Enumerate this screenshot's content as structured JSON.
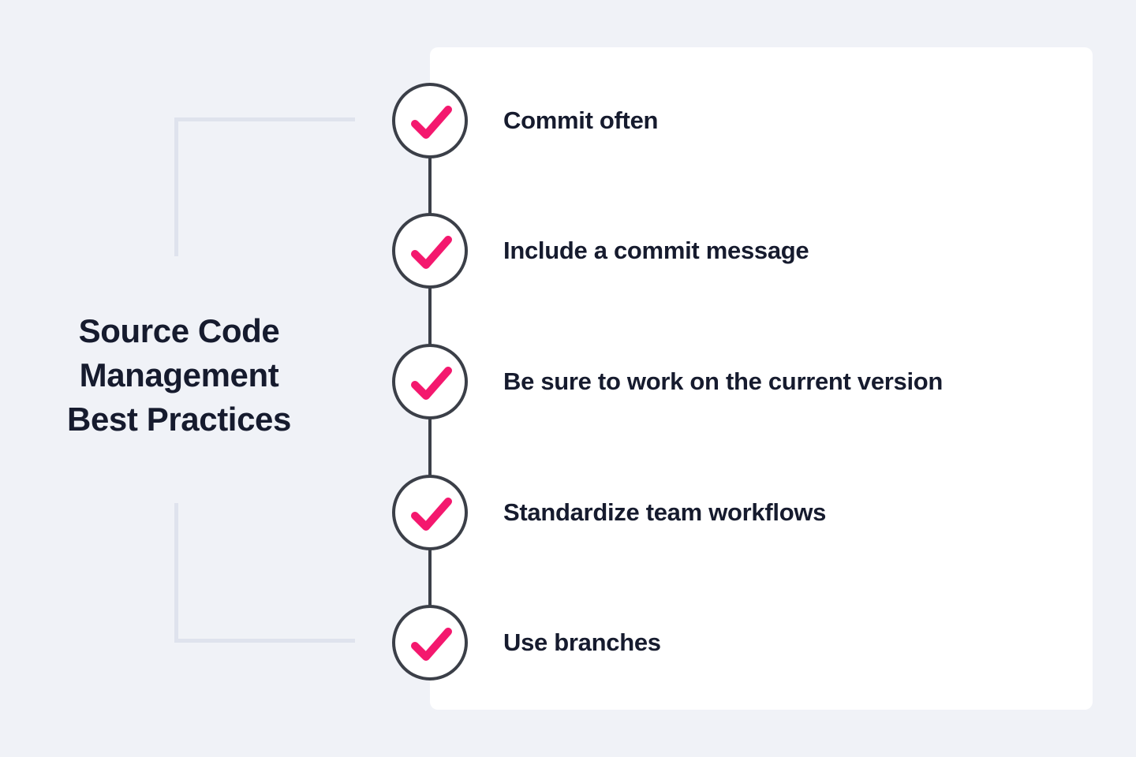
{
  "background_color": "#f0f2f7",
  "accent_color": "#f4186e",
  "ink_color": "#161b2e",
  "outline_color": "#3b3f48",
  "bracket_color": "#dfe3ed",
  "panel_color": "#ffffff",
  "title": {
    "full": "Source Code Management Best Practices",
    "lines": [
      "Source Code",
      "Management",
      "Best Practices"
    ]
  },
  "checklist": {
    "items": [
      {
        "label": "Commit often",
        "icon": "check-icon"
      },
      {
        "label": "Include a commit message",
        "icon": "check-icon"
      },
      {
        "label": "Be sure to work on the current version",
        "icon": "check-icon"
      },
      {
        "label": "Standardize team workflows",
        "icon": "check-icon"
      },
      {
        "label": "Use branches",
        "icon": "check-icon"
      }
    ]
  },
  "decorations": {
    "bracket_top": "corner-bracket-top-left",
    "bracket_bottom": "corner-bracket-bottom-left",
    "spine": "vertical-connector-line"
  }
}
